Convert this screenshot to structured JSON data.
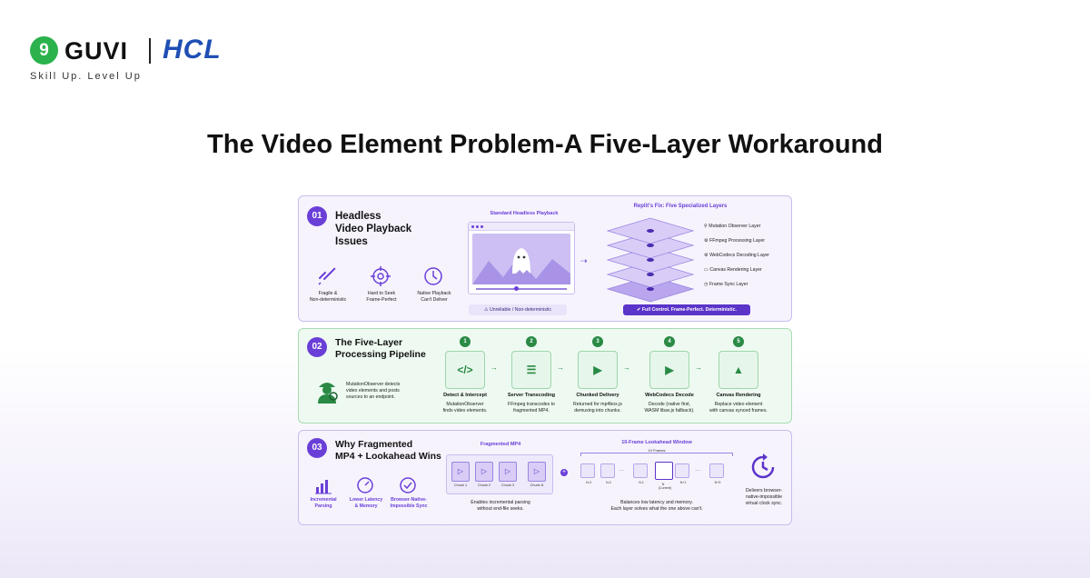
{
  "brand": {
    "guvi": "GUVI",
    "guvi_mark": "9",
    "hcl": "HCL",
    "tagline": "Skill Up. Level Up"
  },
  "title": "The Video Element Problem-A Five-Layer Workaround",
  "section1": {
    "number": "01",
    "title": [
      "Headless",
      "Video Playback",
      "Issues"
    ],
    "issues": [
      {
        "icon": "broken-link-icon",
        "label": [
          "Fragile &",
          "Non-deterministic"
        ]
      },
      {
        "icon": "crosshair-icon",
        "label": [
          "Hard to Seek",
          "Frame-Perfect"
        ]
      },
      {
        "icon": "clock-icon",
        "label": [
          "Native Playback",
          "Can't Deliver"
        ]
      }
    ],
    "player_title": "Standard Headless Playback",
    "player_status": "Unreliable / Non-deterministic",
    "fix_title": "Replit's Fix: Five Specialized Layers",
    "layers": [
      "Mutation Observer Layer",
      "FFmpeg Processing Layer",
      "WebCodecs Decoding Layer",
      "Canvas Rendering Layer",
      "Frame Sync Layer"
    ],
    "fix_status": "Full Control. Frame-Perfect. Deterministic."
  },
  "section2": {
    "number": "02",
    "title": [
      "The Five-Layer",
      "Processing Pipeline"
    ],
    "agent_text": [
      "MutationObserver detects",
      "video elements and posts",
      "sources to an endpoint."
    ],
    "steps": [
      {
        "n": "1",
        "title": "Detect & Intercept",
        "desc": [
          "MutationObserver",
          "finds video elements."
        ]
      },
      {
        "n": "2",
        "title": "Server Transcoding",
        "desc": [
          "FFmpeg transcodes to",
          "fragmented MP4."
        ]
      },
      {
        "n": "3",
        "title": "Chunked Delivery",
        "desc": [
          "Returned for mp4box.js",
          "demuxing into chunks."
        ]
      },
      {
        "n": "4",
        "title": "WebCodecs Decode",
        "desc": [
          "Decode (native first,",
          "WASM libav.js fallback)."
        ]
      },
      {
        "n": "5",
        "title": "Canvas Rendering",
        "desc": [
          "Replace video element",
          "with canvas synced frames."
        ]
      }
    ]
  },
  "section3": {
    "number": "03",
    "title": [
      "Why Fragmented",
      "MP4 + Lookahead Wins"
    ],
    "benefits": [
      {
        "icon": "bar-chart-icon",
        "label": [
          "Incremental",
          "Parsing"
        ]
      },
      {
        "icon": "gauge-icon",
        "label": [
          "Lower Latency",
          "& Memory"
        ]
      },
      {
        "icon": "check-circle-icon",
        "label": [
          "Browser-Native-",
          "Impossible Sync"
        ]
      }
    ],
    "mp4_title": "Fragmented MP4",
    "chunks": [
      "Chunk 1",
      "Chunk 2",
      "Chunk 3",
      "Chunk N"
    ],
    "mp4_caption": [
      "Enables incremental parsing",
      "without end-file seeks."
    ],
    "window_title": "10-Frame Lookahead Window",
    "window_sub": "10 Frames",
    "frames": [
      "N-3",
      "N-2",
      "N-1",
      "N",
      "N+1",
      "N+9"
    ],
    "current": "(Current)",
    "window_caption": [
      "Balances low latency and memory.",
      "Each layer solves what the one above can't."
    ],
    "result": [
      "Delivers browser-",
      "native-impossible",
      "virtual clock sync."
    ]
  }
}
